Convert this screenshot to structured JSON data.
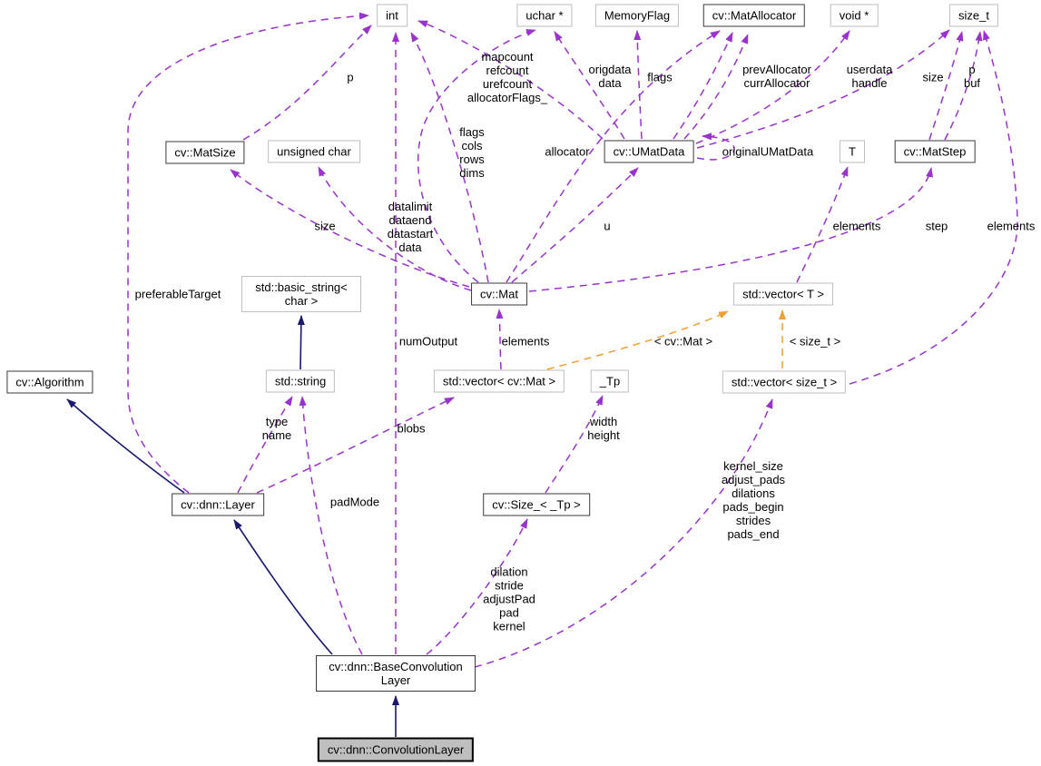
{
  "diagram": {
    "kind": "collaboration-graph",
    "main_class": "cv::dnn::ConvolutionLayer"
  },
  "colors": {
    "member_edge": "#9a32cd",
    "inheritance_edge": "#191970",
    "template_edge": "#f0a030",
    "plain_border": "#bfbfbf",
    "doc_border": "#3a3a3a",
    "main_fill": "#bfbfbf"
  },
  "nodes": {
    "int_type": "int",
    "uchar_ptr": "uchar *",
    "memory_flag": "MemoryFlag",
    "mat_allocator": "cv::MatAllocator",
    "void_ptr": "void *",
    "size_t_type": "size_t",
    "mat_size": "cv::MatSize",
    "unsigned_char": "unsigned char",
    "umat_data": "cv::UMatData",
    "t_param": "T",
    "mat_step": "cv::MatStep",
    "basic_string": "std::basic_string< char >",
    "mat": "cv::Mat",
    "vector_t": "std::vector< T >",
    "algorithm": "cv::Algorithm",
    "string": "std::string",
    "vector_mat": "std::vector< cv::Mat >",
    "tp_param": "_Tp",
    "vector_size_t": "std::vector< size_t >",
    "dnn_layer": "cv::dnn::Layer",
    "size_tp": "cv::Size_< _Tp >",
    "base_convolution_layer": "cv::dnn::BaseConvolution Layer",
    "convolution_layer": "cv::dnn::ConvolutionLayer"
  },
  "edge_labels": {
    "p_int": "p",
    "umat_int": "mapcount\nrefcount\nurefcount\nallocatorFlags_",
    "origdata_data": "origdata\ndata",
    "flags_memory": "flags",
    "prev_curr_allocator": "prevAllocator\ncurrAllocator",
    "userdata_handle": "userdata\nhandle",
    "size_umat": "size",
    "p_buf": "p\nbuf",
    "flags_cols_rows_dims": "flags\ncols\nrows\ndims",
    "allocator": "allocator",
    "original_umat_data": "originalUMatData",
    "datalimit_block": "datalimit\ndataend\ndatastart\ndata",
    "size_mat": "size",
    "u": "u",
    "elements_t": "elements",
    "step": "step",
    "elements_size_t": "elements",
    "preferable_target": "preferableTarget",
    "num_output": "numOutput",
    "elements_mat": "elements",
    "template_mat": "< cv::Mat >",
    "template_size_t": "< size_t >",
    "type_name": "type\nname",
    "blobs": "blobs",
    "width_height": "width\nheight",
    "kernel_block": "kernel_size\nadjust_pads\ndilations\npads_begin\nstrides\npads_end",
    "pad_mode": "padMode",
    "dilation_block": "dilation\nstride\nadjustPad\npad\nkernel"
  }
}
